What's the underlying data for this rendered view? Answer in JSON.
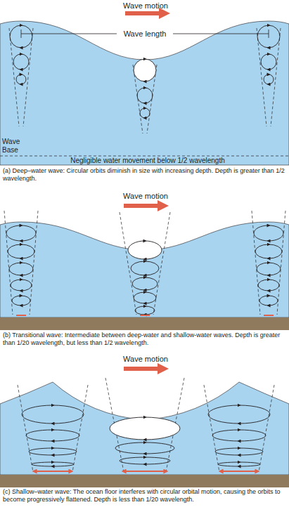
{
  "diagram": {
    "labels": [
      "Wave motion",
      "Wave length",
      "Wave Base",
      "Negligible water movement below 1/2 wavelength",
      "(a) Deep–water wave: Circular orbits diminish in size with increasing depth. Depth is greater than 1/2 wavelength.",
      "Wave motion",
      "(b) Transitional wave: Intermediate between deep-water and shallow-water waves. Depth is greater than 1/20 wavelength, but less than 1/2 wavelength.",
      "Wave motion",
      "(c) Shallow–water wave: The ocean floor interferes with circular orbital motion, causing the orbits to become progressively flattened. Depth is less than 1/20 wavelength."
    ]
  }
}
